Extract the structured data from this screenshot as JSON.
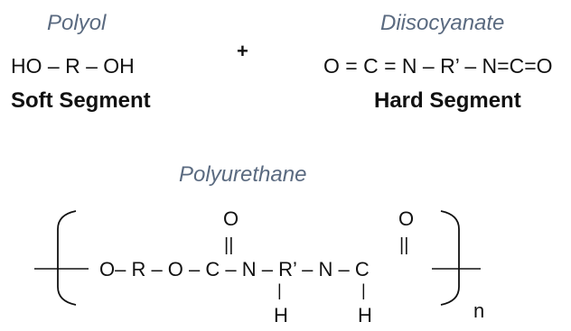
{
  "reactants": {
    "polyol": {
      "title": "Polyol",
      "formula": "HO – R – OH",
      "segment": "Soft Segment"
    },
    "plus": "+",
    "diisocyanate": {
      "title": "Diisocyanate",
      "formula": "O = C = N – R’ – N=C=O",
      "segment": "Hard Segment"
    }
  },
  "product": {
    "title": "Polyurethane",
    "chain": "O– R – O – C – N – R’ – N – C",
    "carbonyl_top": "O",
    "double_bond": "||",
    "amine_bond": "|",
    "amine_h": "H",
    "repeat_subscript": "n"
  },
  "colors": {
    "title": "#5a6a80",
    "text": "#111111"
  }
}
